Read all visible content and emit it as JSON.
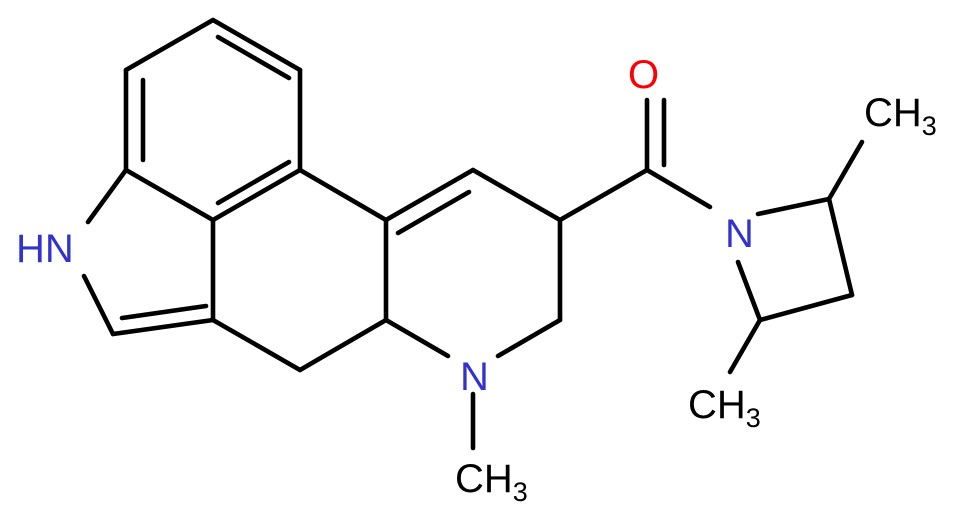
{
  "molecule": {
    "colors": {
      "bond": "#000000",
      "nitrogen": "#3333cc",
      "oxygen": "#ff0000",
      "carbon": "#000000",
      "background": "#ffffff"
    },
    "labels": {
      "nh": "HN",
      "n_amide": "N",
      "n_ring": "N",
      "oxygen": "O",
      "methyl_top_right": {
        "main": "CH",
        "sub": "3"
      },
      "methyl_bottom_right": {
        "main": "CH",
        "sub": "3"
      },
      "methyl_n": {
        "main": "CH",
        "sub": "3"
      }
    }
  }
}
